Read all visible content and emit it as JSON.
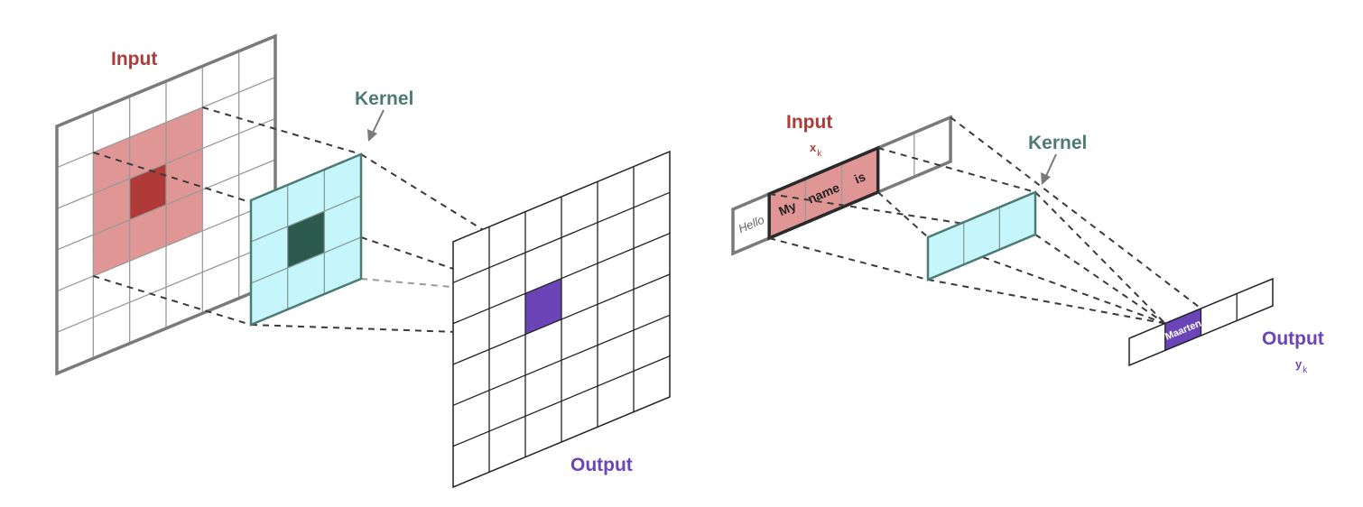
{
  "colors": {
    "input": "#b03a37",
    "input_fill": "#e09694",
    "input_center": "#b03a37",
    "kernel": "#4e7a74",
    "kernel_fill": "#c4f6fb",
    "kernel_center": "#2d5a4e",
    "output": "#6b44b8",
    "frame_gray": "#7a7a7a",
    "dash": "#3a3a3a"
  },
  "left_diagram": {
    "input_label": "Input",
    "kernel_label": "Kernel",
    "output_label": "Output",
    "input_size": 6,
    "kernel_size": 3,
    "output_size": 6
  },
  "right_diagram": {
    "input_label": "Input",
    "input_symbol": "x",
    "input_subscript": "k",
    "kernel_label": "Kernel",
    "output_label": "Output",
    "output_symbol": "y",
    "output_subscript": "k",
    "tokens": [
      "Hello",
      "My",
      "name",
      "is",
      "",
      ""
    ],
    "output_tokens": [
      "",
      "Maarten",
      "",
      ""
    ]
  }
}
